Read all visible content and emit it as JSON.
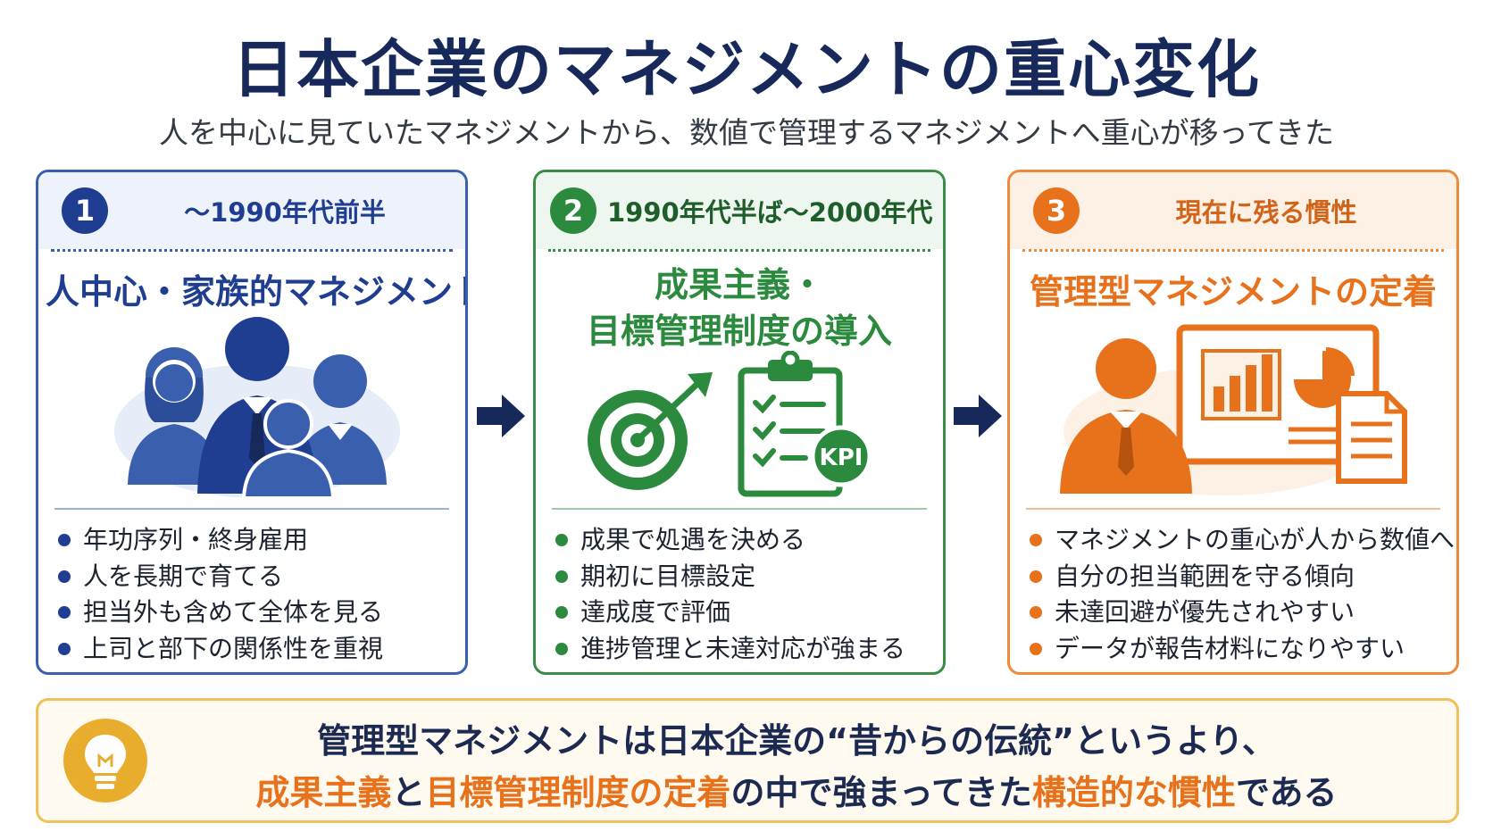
{
  "title": "日本企業のマネジメントの重心変化",
  "subtitle": "人を中心に見ていたマネジメントから、数値で管理するマネジメントへ重心が移ってきた",
  "colors": {
    "navy": "#1f3e91",
    "green": "#2b8a3e",
    "orange": "#e8711c",
    "gold": "#f0c15a"
  },
  "cards": [
    {
      "number": "1",
      "period": "〜1990年代前半",
      "heading_lines": [
        "人中心・家族的マネジメント"
      ],
      "illustration": "family-group-icon",
      "items": [
        "年功序列・終身雇用",
        "人を長期で育てる",
        "担当外も含めて全体を見る",
        "上司と部下の関係性を重視"
      ]
    },
    {
      "number": "2",
      "period": "1990年代半ば〜2000年代",
      "heading_lines": [
        "成果主義・",
        "目標管理制度の導入"
      ],
      "illustration": "target-and-checklist-icon",
      "kpi_label": "KPI",
      "items": [
        "成果で処遇を決める",
        "期初に目標設定",
        "達成度で評価",
        "進捗管理と未達対応が強まる"
      ]
    },
    {
      "number": "3",
      "period": "現在に残る慣性",
      "heading_lines": [
        "管理型マネジメントの定着"
      ],
      "illustration": "manager-dashboard-icon",
      "items": [
        "マネジメントの重心が人から数値へ",
        "自分の担当範囲を守る傾向",
        "未達回避が優先されやすい",
        "データが報告材料になりやすい"
      ]
    }
  ],
  "conclusion": {
    "line1": "管理型マネジメントは日本企業の“昔からの伝統”というより、",
    "line2_parts": [
      {
        "text": "成果主義",
        "highlight": true
      },
      {
        "text": "と",
        "highlight": false
      },
      {
        "text": "目標管理制度の定着",
        "highlight": true
      },
      {
        "text": "の中で強まってきた",
        "highlight": false
      },
      {
        "text": "構造的な慣性",
        "highlight": true
      },
      {
        "text": "である",
        "highlight": false
      }
    ]
  }
}
